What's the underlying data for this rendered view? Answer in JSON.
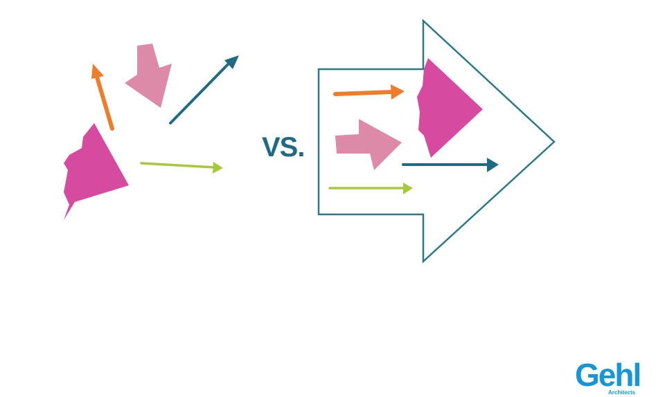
{
  "diagram": {
    "vs_text": "VS.",
    "left_group": {
      "description_items": [
        "orange-arrow",
        "pink-block-arrow",
        "blue-arrow",
        "magenta-triangle",
        "green-arrow"
      ]
    },
    "right_group": {
      "container": "large-outline-arrow",
      "description_items": [
        "orange-arrow",
        "pink-block-arrow",
        "magenta-triangle",
        "blue-arrow",
        "green-arrow"
      ]
    }
  },
  "logo": {
    "name": "Gehl",
    "subtitle": "Architects"
  },
  "colors": {
    "orange": "#ee7d2b",
    "pink": "#dd8aa8",
    "magenta": "#d64aa0",
    "teal": "#1f6b84",
    "green": "#a8c83c",
    "outline": "#2a7a86",
    "vs_text": "#1f6b84",
    "logo": "#1596d6"
  }
}
